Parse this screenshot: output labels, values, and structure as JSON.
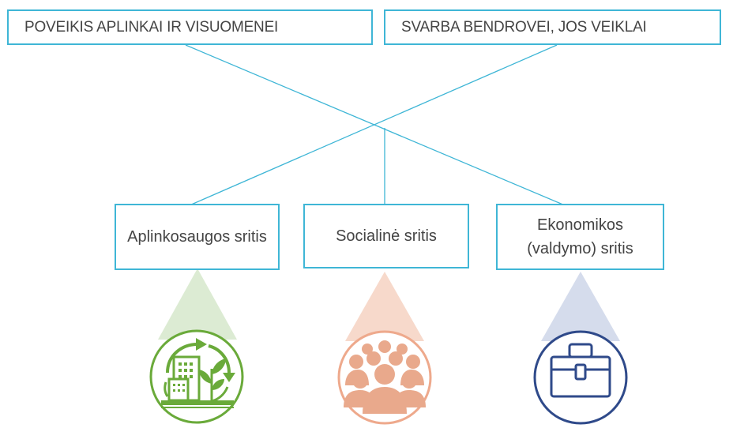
{
  "top_boxes": {
    "left": "POVEIKIS APLINKAI IR VISUOMENEI",
    "right": "SVARBA BENDROVEI, JOS VEIKLAI"
  },
  "areas": [
    {
      "label": "Aplinkosaugos sritis",
      "icon": "eco-building-recycle-icon",
      "color": "#6aaa3a",
      "beam": "#dcebd3"
    },
    {
      "label": "Socialinė sritis",
      "icon": "people-group-icon",
      "color": "#eea98c",
      "beam": "#f7d9cb"
    },
    {
      "label": "Ekonomikos (valdymo) sritis",
      "icon": "briefcase-icon",
      "color": "#2f4a8a",
      "beam": "#d5dcec"
    }
  ],
  "colors": {
    "connector": "#3fb6d6",
    "text": "#444444"
  }
}
